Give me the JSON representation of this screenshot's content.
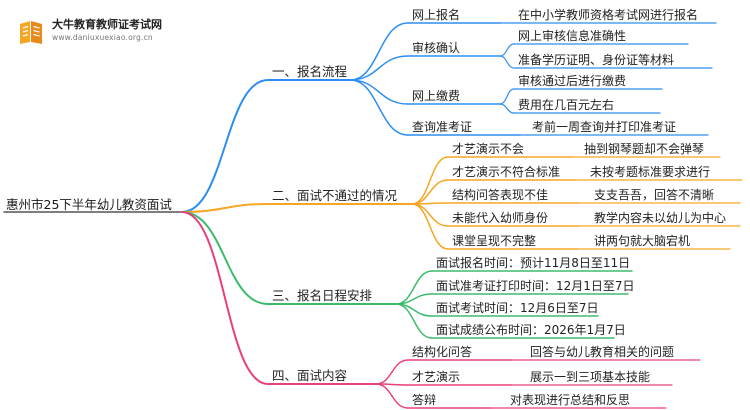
{
  "logo": {
    "title": "大牛教育教师证考试网",
    "subtitle": "www.daniuxuexiao.org.cn"
  },
  "mindmap": {
    "root": "惠州市25下半年幼儿教资面试",
    "branches": [
      {
        "label": "一、报名流程",
        "color": "#2c8ef0",
        "items": [
          {
            "label": "网上报名",
            "details": [
              "在中小学教师资格考试网进行报名"
            ]
          },
          {
            "label": "审核确认",
            "details": [
              "网上审核信息准确性",
              "准备学历证明、身份证等材料"
            ]
          },
          {
            "label": "网上缴费",
            "details": [
              "审核通过后进行缴费",
              "费用在几百元左右"
            ]
          },
          {
            "label": "查询准考证",
            "details": [
              "考前一周查询并打印准考证"
            ]
          }
        ]
      },
      {
        "label": "二、面试不通过的情况",
        "color": "#f5a623",
        "items": [
          {
            "label": "才艺演示不会",
            "details": [
              "抽到钢琴题却不会弹琴"
            ]
          },
          {
            "label": "才艺演示不符合标准",
            "details": [
              "未按考题标准要求进行"
            ]
          },
          {
            "label": "结构问答表现不佳",
            "details": [
              "支支吾吾，回答不清晰"
            ]
          },
          {
            "label": "未能代入幼师身份",
            "details": [
              "教学内容未以幼儿为中心"
            ]
          },
          {
            "label": "课堂呈现不完整",
            "details": [
              "讲两句就大脑宕机"
            ]
          }
        ]
      },
      {
        "label": "三、报名日程安排",
        "color": "#3dbb6d",
        "items": [
          {
            "label": "面试报名时间：预计11月8日至11日",
            "details": []
          },
          {
            "label": "面试准考证打印时间：12月1日至7日",
            "details": []
          },
          {
            "label": "面试考试时间：12月6日至7日",
            "details": []
          },
          {
            "label": "面试成绩公布时间：2026年1月7日",
            "details": []
          }
        ]
      },
      {
        "label": "四、面试内容",
        "color": "#e8407a",
        "items": [
          {
            "label": "结构化问答",
            "details": [
              "回答与幼儿教育相关的问题"
            ]
          },
          {
            "label": "才艺演示",
            "details": [
              "展示一到三项基本技能"
            ]
          },
          {
            "label": "答辩",
            "details": [
              "对表现进行总结和反思"
            ]
          }
        ]
      }
    ]
  }
}
